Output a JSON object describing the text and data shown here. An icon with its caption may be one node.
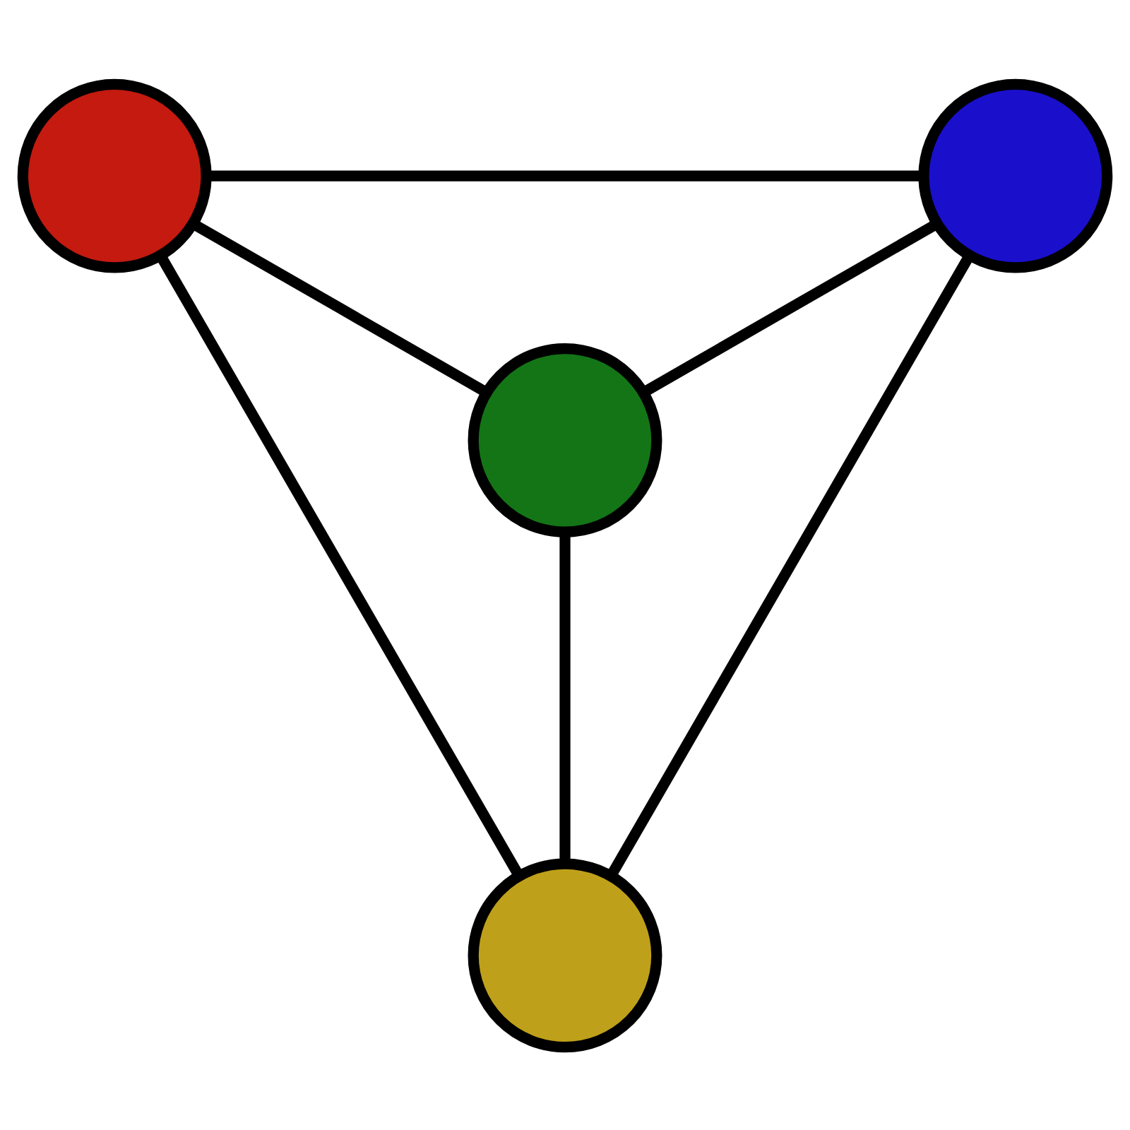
{
  "diagram": {
    "nodes": [
      {
        "text": [],
        "shape": "circle"
      },
      {
        "text": [],
        "shape": "circle"
      },
      {
        "text": [],
        "shape": "circle"
      },
      {
        "text": [],
        "shape": "circle"
      }
    ],
    "edges": [
      {
        "from": 0,
        "to": 1,
        "arrow": "none"
      },
      {
        "from": 0,
        "to": 2,
        "arrow": "none"
      },
      {
        "from": 1,
        "to": 2,
        "arrow": "none"
      },
      {
        "from": 2,
        "to": 3,
        "arrow": "none"
      },
      {
        "from": 0,
        "to": 3,
        "arrow": "none"
      },
      {
        "from": 1,
        "to": 3,
        "arrow": "none"
      }
    ]
  }
}
